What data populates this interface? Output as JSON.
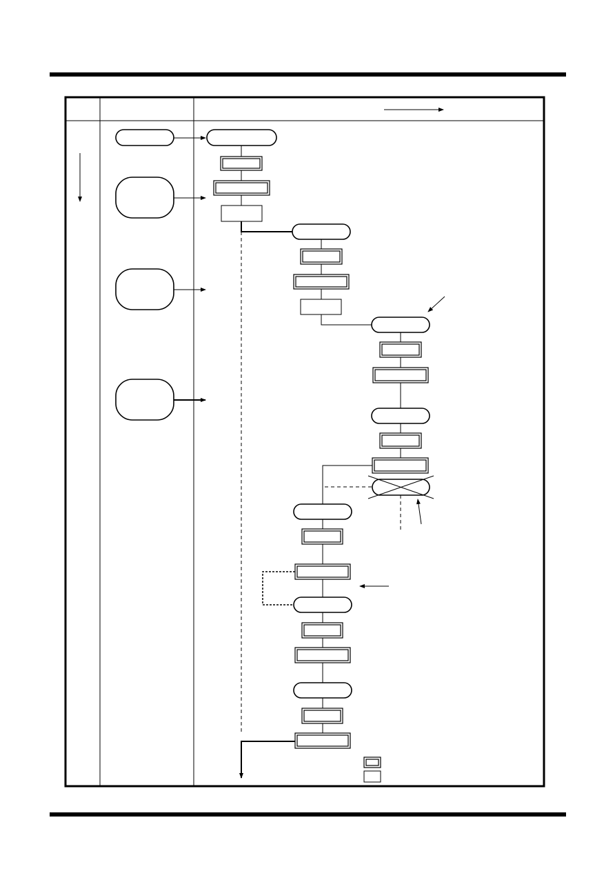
{
  "page": {
    "colors": {
      "ink": "#000000",
      "paper": "#ffffff"
    }
  },
  "diagram": {
    "type": "flowchart",
    "columns": 3,
    "direction_arrows": [
      "down-arrow",
      "right-arrow"
    ],
    "nodes": [
      {
        "id": "stage-1",
        "shape": "rounded"
      },
      {
        "id": "stage-2",
        "shape": "rounded"
      },
      {
        "id": "stage-3",
        "shape": "rounded"
      },
      {
        "id": "stage-4",
        "shape": "rounded"
      },
      {
        "id": "main-start",
        "shape": "rounded"
      },
      {
        "id": "main-step-1",
        "shape": "double-rect"
      },
      {
        "id": "main-step-2",
        "shape": "double-rect"
      },
      {
        "id": "main-step-3",
        "shape": "rect"
      },
      {
        "id": "branch-a-start",
        "shape": "rounded"
      },
      {
        "id": "branch-a-step-1",
        "shape": "double-rect"
      },
      {
        "id": "branch-a-step-2",
        "shape": "double-rect"
      },
      {
        "id": "branch-a-step-3",
        "shape": "rect"
      },
      {
        "id": "branch-b-start",
        "shape": "rounded"
      },
      {
        "id": "branch-b-step-1",
        "shape": "double-rect"
      },
      {
        "id": "branch-b-step-2",
        "shape": "double-rect"
      },
      {
        "id": "branch-b-mid",
        "shape": "rounded"
      },
      {
        "id": "branch-b-step-3",
        "shape": "double-rect"
      },
      {
        "id": "branch-b-step-4",
        "shape": "double-rect"
      },
      {
        "id": "cancelled-node",
        "shape": "rounded-crossed"
      },
      {
        "id": "branch-c-start",
        "shape": "rounded"
      },
      {
        "id": "branch-c-step-1",
        "shape": "double-rect"
      },
      {
        "id": "branch-c-step-2",
        "shape": "double-rect"
      },
      {
        "id": "branch-c-mid",
        "shape": "rounded"
      },
      {
        "id": "branch-c-step-3",
        "shape": "double-rect"
      },
      {
        "id": "branch-c-step-4",
        "shape": "double-rect"
      },
      {
        "id": "branch-c-end",
        "shape": "rounded"
      },
      {
        "id": "branch-c-step-5",
        "shape": "double-rect"
      },
      {
        "id": "branch-c-step-6",
        "shape": "double-rect"
      }
    ],
    "legend": [
      {
        "id": "legend-double",
        "shape": "double-rect"
      },
      {
        "id": "legend-single",
        "shape": "rect"
      }
    ]
  }
}
